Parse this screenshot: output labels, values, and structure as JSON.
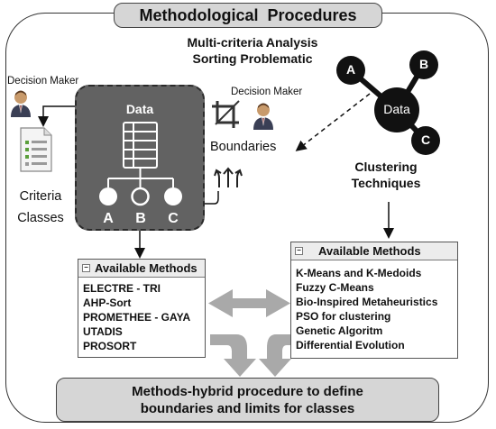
{
  "title": "Methodological  Procedures",
  "subtitle": {
    "line1": "Multi-criteria Analysis",
    "line2": "Sorting Problematic"
  },
  "left_decision_maker": "Decision Maker",
  "right_decision_maker": "Decision Maker",
  "criteria_label": {
    "line1": "Criteria",
    "line2": "Classes"
  },
  "data_box": {
    "title": "Data",
    "leaves": [
      "A",
      "B",
      "C"
    ]
  },
  "boundaries_label": "Boundaries",
  "network": {
    "center": "Data",
    "nodes": [
      "A",
      "B",
      "C"
    ]
  },
  "clustering_label": {
    "line1": "Clustering",
    "line2": "Techniques"
  },
  "left_panel": {
    "header": "Available Methods",
    "items": [
      "ELECTRE - TRI",
      "AHP-Sort",
      "PROMETHEE - GAYA",
      "UTADIS",
      "PROSORT"
    ]
  },
  "right_panel": {
    "header": "Available Methods",
    "items": [
      "K-Means and K-Medoids",
      "Fuzzy C-Means",
      "Bio-Inspired Metaheuristics",
      "PSO for clustering",
      "Genetic Algoritm",
      "Differential Evolution"
    ]
  },
  "bottom": {
    "line1": "Methods-hybrid procedure to define",
    "line2": "boundaries and limits for classes"
  },
  "colors": {
    "data_box_fill": "#626262",
    "pill_fill": "#d6d6d6",
    "arrow_gray": "#a9a9a9",
    "accent_green": "#5a9e3a"
  },
  "icons": [
    "person-icon",
    "document-icon",
    "database-table-icon",
    "crop-icon",
    "split-arrows-icon",
    "network-graph-icon"
  ]
}
